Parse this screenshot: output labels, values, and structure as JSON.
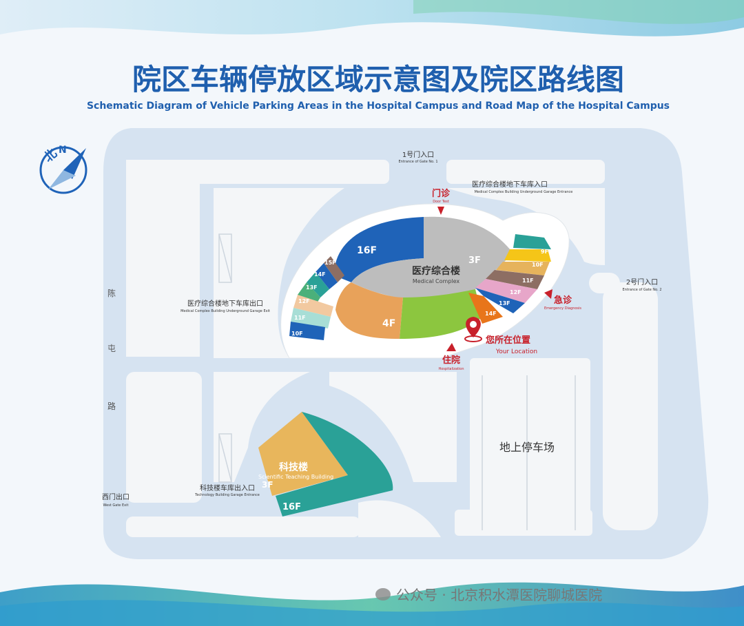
{
  "title": {
    "cn": "院区车辆停放区域示意图及院区路线图",
    "en": "Schematic Diagram of Vehicle Parking Areas in the Hospital Campus and Road Map of the Hospital Campus"
  },
  "compass": {
    "cn": "北",
    "en": "N"
  },
  "road": {
    "chars": [
      "陈",
      "屯",
      "路"
    ]
  },
  "gates": {
    "gate1": {
      "cn": "1号门入口",
      "en": "Entrance of Gate No. 1"
    },
    "gate2": {
      "cn": "2号门入口",
      "en": "Entrance of Gate No. 2"
    },
    "west_exit": {
      "cn": "西门出口",
      "en": "West Gate Exit"
    }
  },
  "garages": {
    "mc_entrance": {
      "cn": "医疗综合楼地下车库入口",
      "en": "Medical Complex Building Underground Garage Entrance"
    },
    "mc_exit": {
      "cn": "医疗综合楼地下车库出口",
      "en": "Medical Complex Building Underground Garage Exit"
    },
    "tech": {
      "cn": "科技楼车库出入口",
      "en": "Technology Building Garage Entrance"
    }
  },
  "departments": {
    "outpatient": {
      "cn": "门诊",
      "en": "Door Test"
    },
    "emergency": {
      "cn": "急诊",
      "en": "Emergency Diagnosis"
    },
    "inpatient": {
      "cn": "住院",
      "en": "Hospitalization"
    }
  },
  "you_are_here": {
    "cn": "您所在位置",
    "en": "Your Location"
  },
  "medical_complex": {
    "cn": "医疗综合楼",
    "en": "Medical Complex",
    "floors": {
      "f16_top": "16F",
      "f3_center": "3F",
      "f4": "4F",
      "left_15": "15F",
      "left_14": "14F",
      "left_13": "13F",
      "left_12": "12F",
      "left_11": "11F",
      "left_10": "10F",
      "right_9": "9F",
      "right_10": "10F",
      "right_11": "11F",
      "right_12": "12F",
      "right_13": "13F",
      "right_14": "14F"
    }
  },
  "tech_building": {
    "cn": "科技楼",
    "en": "Scientific Teaching Building",
    "f3": "3F",
    "f16": "16F"
  },
  "parking_lot": {
    "cn": "地上停车场"
  },
  "watermark": "公众号 · 北京积水潭医院聊城医院",
  "colors": {
    "title_blue": "#1f5fae",
    "road": "#d6e3f1",
    "block": "#f4f6f8",
    "red": "#c8202a",
    "blue_dark": "#1f63b8",
    "gray": "#bdbdbd",
    "orange": "#e8a25a",
    "green": "#8cc63f",
    "teal": "#2aa197"
  }
}
